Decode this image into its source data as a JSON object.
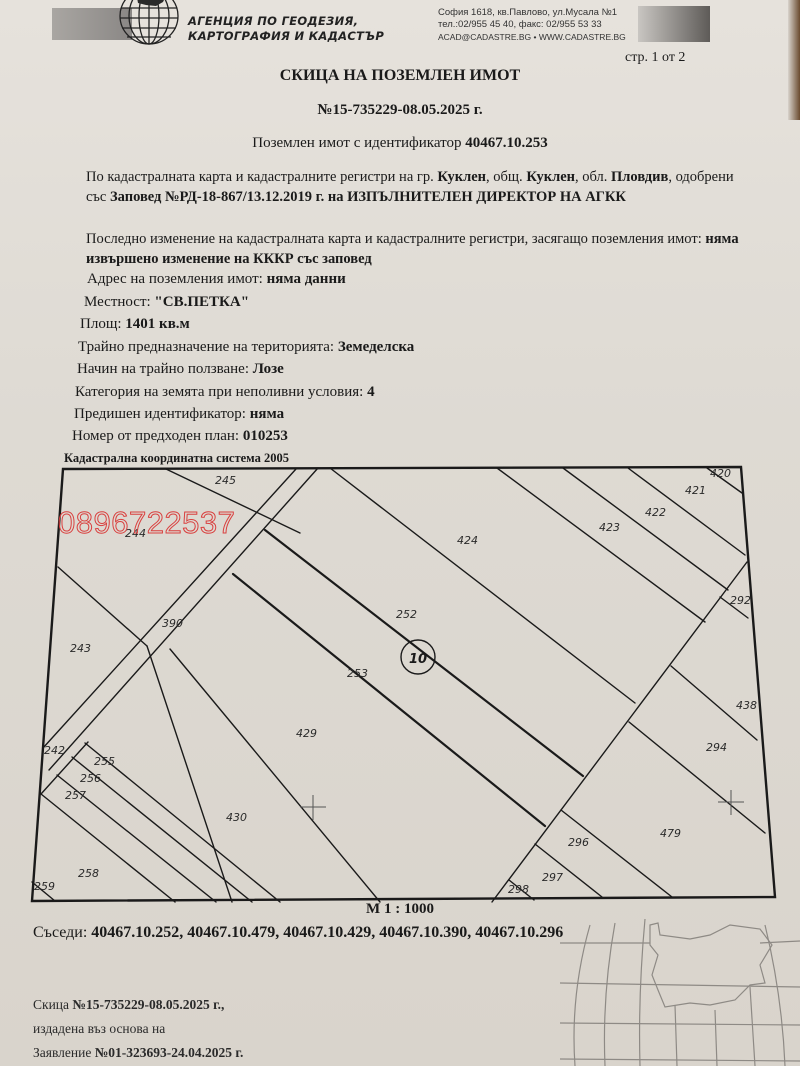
{
  "header": {
    "agency_line1": "Агенция по геодезия,",
    "agency_line2": "картография и кадастър",
    "address": "София 1618, кв.Павлово, ул.Мусала №1",
    "phone_fax": "тел.:02/955 45 40, факс: 02/955 53 33",
    "email_web": "ACAD@CADASTRE.BG • WWW.CADASTRE.BG",
    "logo_icon": "globe-bulgaria-icon"
  },
  "page_number": "стр. 1 от 2",
  "title": "СКИЦА НА ПОЗЕМЛЕН ИМОТ",
  "sketch_number": "№15-735229-08.05.2025 г.",
  "property_id_label": "Поземлен имот с идентификатор",
  "property_id": "40467.10.253",
  "approval": {
    "t1": "По кадастралната карта и кадастралните регистри на гр.",
    "city": "Куклен",
    "t2": ", общ.",
    "municipality": "Куклен",
    "t3": ", обл.",
    "region": "Пловдив",
    "t4": ", одобрени със",
    "order": "Заповед №РД-18-867/13.12.2019 г. на ИЗПЪЛНИТЕЛЕН ДИРЕКТОР НА АГКК"
  },
  "last_change": {
    "label": "Последно изменение на кадастралната карта и кадастралните регистри, засягащо поземления имот:",
    "value": "няма извършено изменение на КККР със заповед"
  },
  "fields": [
    {
      "label": "Адрес на поземления имот:",
      "value": "няма данни"
    },
    {
      "label": "Местност:",
      "value": "\"СВ.ПЕТКА\""
    },
    {
      "label": "Площ:",
      "value": "1401 кв.м"
    },
    {
      "label": "Трайно предназначение на територията:",
      "value": "Земеделска"
    },
    {
      "label": "Начин на трайно ползване:",
      "value": "Лозе"
    },
    {
      "label": "Категория на земята при неполивни условия:",
      "value": "4"
    },
    {
      "label": "Предишен идентификатор:",
      "value": "няма"
    },
    {
      "label": "Номер от предходен план:",
      "value": "010253"
    }
  ],
  "coordinate_system": "Кадастрална координатна система 2005",
  "watermark": "0896722537",
  "map": {
    "quarter_number": "10",
    "parcels": [
      "245",
      "244",
      "243",
      "390",
      "242",
      "255",
      "256",
      "257",
      "258",
      "259",
      "429",
      "430",
      "253",
      "252",
      "424",
      "423",
      "422",
      "421",
      "420",
      "292",
      "438",
      "294",
      "479",
      "296",
      "297",
      "298"
    ]
  },
  "scale": "М 1 : 1000",
  "neighbors_label": "Съседи:",
  "neighbors": "40467.10.252, 40467.10.479, 40467.10.429, 40467.10.390, 40467.10.296",
  "footer": {
    "line1_prefix": "Скица",
    "line1_value": "№15-735229-08.05.2025 г.,",
    "line2": "издадена въз основа на",
    "line3_prefix": "Заявление",
    "line3_value": "№01-323693-24.04.2025 г."
  }
}
